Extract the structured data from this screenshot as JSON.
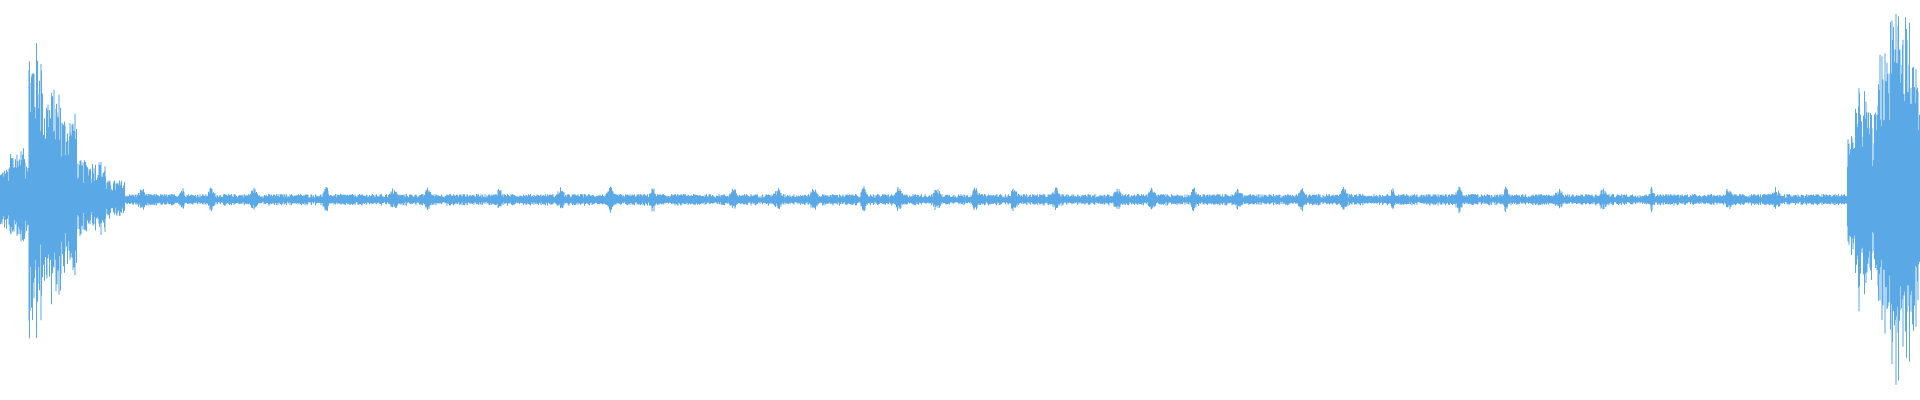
{
  "waveform": {
    "color": "#5aa9e6",
    "background": "#ffffff",
    "baseline_fraction": 0.5,
    "segments": [
      {
        "start": 0.0,
        "end": 0.005,
        "amp": 0.08
      },
      {
        "start": 0.005,
        "end": 0.015,
        "amp": 0.13
      },
      {
        "start": 0.015,
        "end": 0.022,
        "amp": 0.4
      },
      {
        "start": 0.022,
        "end": 0.032,
        "amp": 0.28
      },
      {
        "start": 0.032,
        "end": 0.04,
        "amp": 0.22
      },
      {
        "start": 0.04,
        "end": 0.055,
        "amp": 0.1
      },
      {
        "start": 0.055,
        "end": 0.065,
        "amp": 0.05
      },
      {
        "start": 0.065,
        "end": 0.962,
        "amp": 0.015
      },
      {
        "start": 0.962,
        "end": 0.966,
        "amp": 0.18
      },
      {
        "start": 0.966,
        "end": 0.972,
        "amp": 0.28
      },
      {
        "start": 0.972,
        "end": 0.978,
        "amp": 0.22
      },
      {
        "start": 0.978,
        "end": 0.984,
        "amp": 0.38
      },
      {
        "start": 0.984,
        "end": 0.989,
        "amp": 0.52
      },
      {
        "start": 0.989,
        "end": 0.995,
        "amp": 0.46
      },
      {
        "start": 0.995,
        "end": 1.0,
        "amp": 0.36
      }
    ],
    "bumps": [
      0.074,
      0.095,
      0.11,
      0.132,
      0.17,
      0.205,
      0.223,
      0.26,
      0.292,
      0.318,
      0.34,
      0.382,
      0.405,
      0.424,
      0.45,
      0.468,
      0.488,
      0.508,
      0.528,
      0.55,
      0.582,
      0.6,
      0.622,
      0.645,
      0.678,
      0.7,
      0.725,
      0.76,
      0.784,
      0.812,
      0.835,
      0.86,
      0.9,
      0.925
    ],
    "bump_amp": 0.035
  }
}
